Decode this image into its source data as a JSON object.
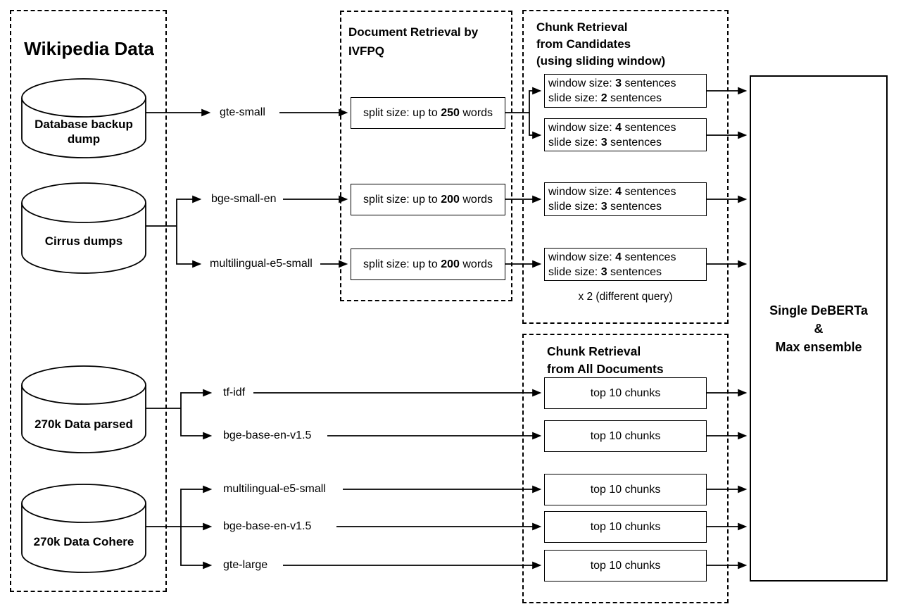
{
  "wikipedia": {
    "title": "Wikipedia Data",
    "cylinders": [
      {
        "lines": [
          "Database backup",
          "dump"
        ]
      },
      {
        "lines": [
          "Cirrus dumps"
        ]
      },
      {
        "lines": [
          "270k Data parsed"
        ]
      },
      {
        "lines": [
          "270k Data Cohere"
        ]
      }
    ]
  },
  "models": [
    {
      "label": "gte-small"
    },
    {
      "label": "bge-small-en"
    },
    {
      "label": "multilingual-e5-small"
    },
    {
      "label": "tf-idf"
    },
    {
      "label": "bge-base-en-v1.5"
    },
    {
      "label": "multilingual-e5-small"
    },
    {
      "label": "bge-base-en-v1.5"
    },
    {
      "label": "gte-large"
    }
  ],
  "document_retrieval": {
    "title_lines": [
      "Document Retrieval by",
      "IVFPQ"
    ],
    "boxes": [
      {
        "prefix": "split size: up to ",
        "value": "250",
        "suffix": " words"
      },
      {
        "prefix": "split size: up to ",
        "value": "200",
        "suffix": " words"
      },
      {
        "prefix": "split size: up to ",
        "value": "200",
        "suffix": " words"
      }
    ]
  },
  "chunk_candidates": {
    "title_lines": [
      "Chunk Retrieval",
      "from Candidates",
      "(using sliding window)"
    ],
    "boxes": [
      {
        "window": {
          "prefix": "window size: ",
          "value": "3",
          "suffix": " sentences"
        },
        "slide": {
          "prefix": "slide size: ",
          "value": "2",
          "suffix": " sentences"
        }
      },
      {
        "window": {
          "prefix": "window size: ",
          "value": "4",
          "suffix": " sentences"
        },
        "slide": {
          "prefix": "slide size: ",
          "value": "3",
          "suffix": " sentences"
        }
      },
      {
        "window": {
          "prefix": "window size: ",
          "value": "4",
          "suffix": " sentences"
        },
        "slide": {
          "prefix": "slide size: ",
          "value": "3",
          "suffix": " sentences"
        }
      },
      {
        "window": {
          "prefix": "window size: ",
          "value": "4",
          "suffix": " sentences"
        },
        "slide": {
          "prefix": "slide size: ",
          "value": "3",
          "suffix": " sentences"
        }
      }
    ],
    "note": "x 2 (different query)"
  },
  "chunk_all": {
    "title_lines": [
      "Chunk Retrieval",
      "from All Documents"
    ],
    "boxes": [
      {
        "label": "top 10 chunks"
      },
      {
        "label": "top 10 chunks"
      },
      {
        "label": "top 10 chunks"
      },
      {
        "label": "top 10 chunks"
      },
      {
        "label": "top 10 chunks"
      }
    ]
  },
  "ensemble": {
    "lines": [
      "Single DeBERTa",
      "&",
      "Max ensemble"
    ]
  },
  "colors": {
    "stroke": "#000000",
    "background": "#ffffff"
  }
}
